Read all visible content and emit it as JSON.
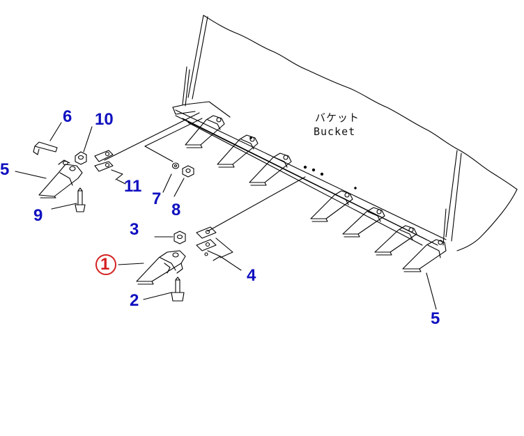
{
  "diagram": {
    "bucket_label_jp": "バケット",
    "bucket_label_en": "Bucket"
  },
  "callouts": [
    {
      "id": "1",
      "text": "1",
      "color": "#d42020",
      "highlighted": true
    },
    {
      "id": "2",
      "text": "2",
      "color": "#1010c0"
    },
    {
      "id": "3",
      "text": "3",
      "color": "#1010c0"
    },
    {
      "id": "4",
      "text": "4",
      "color": "#1010c0"
    },
    {
      "id": "5a",
      "text": "5",
      "color": "#1010c0"
    },
    {
      "id": "5b",
      "text": "5",
      "color": "#1010c0"
    },
    {
      "id": "6",
      "text": "6",
      "color": "#1010c0"
    },
    {
      "id": "7",
      "text": "7",
      "color": "#1010c0"
    },
    {
      "id": "8",
      "text": "8",
      "color": "#1010c0"
    },
    {
      "id": "9",
      "text": "9",
      "color": "#1010c0"
    },
    {
      "id": "10",
      "text": "10",
      "color": "#1010c0"
    },
    {
      "id": "11",
      "text": "11",
      "color": "#1010c0"
    }
  ],
  "colors": {
    "callout_blue": "#1010c0",
    "highlight_red": "#d42020",
    "line": "#000000",
    "background": "#ffffff"
  }
}
